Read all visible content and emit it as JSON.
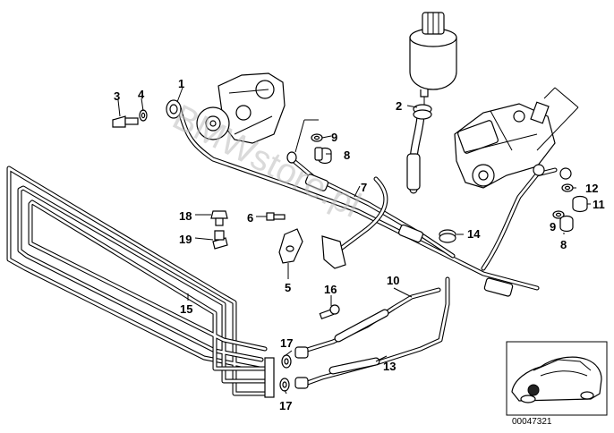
{
  "watermark": "BMWstore.pl",
  "diagram_id": "00047321",
  "labels": {
    "p1": "1",
    "p2": "2",
    "p3": "3",
    "p4": "4",
    "p5": "5",
    "p6": "6",
    "p7": "7",
    "p8a": "8",
    "p8b": "8",
    "p9a": "9",
    "p9b": "9",
    "p10": "10",
    "p11": "11",
    "p12": "12",
    "p13": "13",
    "p14": "14",
    "p15": "15",
    "p16": "16",
    "p17a": "17",
    "p17b": "17",
    "p18": "18",
    "p19": "19"
  }
}
